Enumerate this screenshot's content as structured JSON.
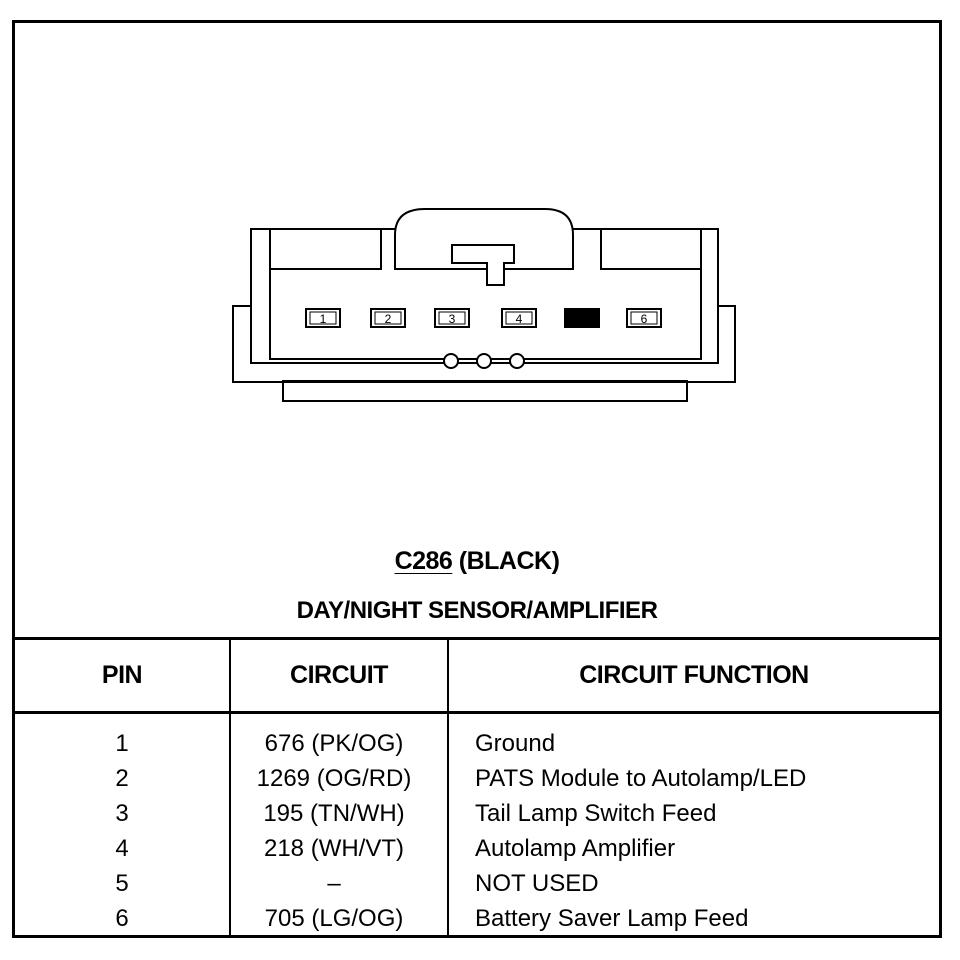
{
  "connector": {
    "code": "C286",
    "color_label": "(BLACK)",
    "name": "DAY/NIGHT SENSOR/AMPLIFIER",
    "pin_labels": [
      "1",
      "2",
      "3",
      "4",
      "",
      "6"
    ],
    "filled_cavity": 5
  },
  "table": {
    "headers": {
      "pin": "PIN",
      "circuit": "CIRCUIT",
      "function": "CIRCUIT FUNCTION"
    },
    "rows": [
      {
        "pin": "1",
        "circuit": "676 (PK/OG)",
        "function": "Ground"
      },
      {
        "pin": "2",
        "circuit": "1269 (OG/RD)",
        "function": "PATS Module to Autolamp/LED"
      },
      {
        "pin": "3",
        "circuit": "195 (TN/WH)",
        "function": "Tail Lamp Switch Feed"
      },
      {
        "pin": "4",
        "circuit": "218 (WH/VT)",
        "function": "Autolamp Amplifier"
      },
      {
        "pin": "5",
        "circuit": "–",
        "function": "NOT USED"
      },
      {
        "pin": "6",
        "circuit": "705 (LG/OG)",
        "function": "Battery Saver Lamp Feed"
      }
    ]
  }
}
